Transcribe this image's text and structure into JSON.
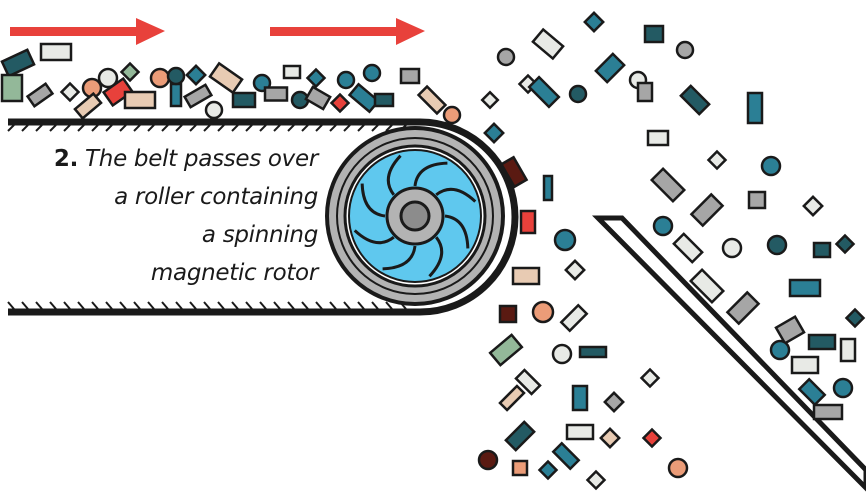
{
  "caption": {
    "number": "2.",
    "lines": [
      "The belt passes over",
      "a roller containing",
      "a spinning",
      "magnetic rotor"
    ]
  },
  "colors": {
    "arrow": "#e8413b",
    "outline": "#1a1a1a",
    "rotor": "#5fc8ee",
    "roller": "#b3b3b3",
    "hub": "#8c8c8c",
    "teal": "#2b7f95",
    "dark_teal": "#235a63",
    "sage": "#93b899",
    "tan": "#e8cbb3",
    "salmon": "#eb9c78",
    "red": "#e8413b",
    "grey": "#a6a6a6",
    "light": "#e8eae6",
    "dark_brown": "#5a1a12"
  },
  "icons": [
    "belt-direction-arrow",
    "roller",
    "magnetic-rotor",
    "conveyor-belt",
    "separation-chute",
    "waste-particle"
  ]
}
